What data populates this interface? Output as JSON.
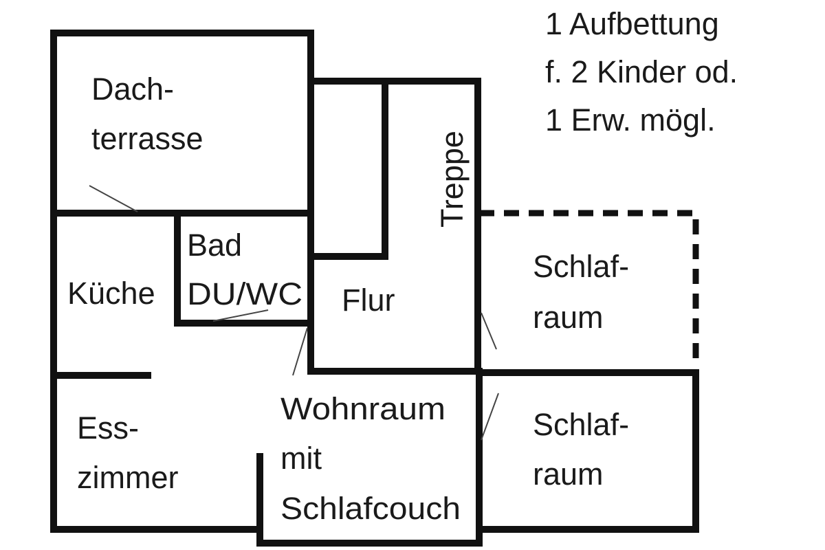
{
  "note": {
    "lines": [
      "1 Aufbettung",
      "f. 2 Kinder od.",
      "1 Erw. mögl."
    ]
  },
  "rooms": {
    "dachterrasse": [
      "Dach-",
      "terrasse"
    ],
    "bad": [
      "Bad",
      "DU/WC"
    ],
    "kueche": [
      "Küche"
    ],
    "treppe": [
      "Treppe"
    ],
    "flur": [
      "Flur"
    ],
    "schlafraum_1": [
      "Schlaf-",
      "raum"
    ],
    "esszimmer": [
      "Ess-",
      "zimmer"
    ],
    "wohnraum": [
      "Wohnraum",
      "mit",
      "Schlafcouch"
    ],
    "schlafraum_2": [
      "Schlaf-",
      "raum"
    ]
  },
  "colors": {
    "wall": "#111111",
    "door": "#444444",
    "text": "#1a1a1a",
    "background": "#ffffff"
  }
}
